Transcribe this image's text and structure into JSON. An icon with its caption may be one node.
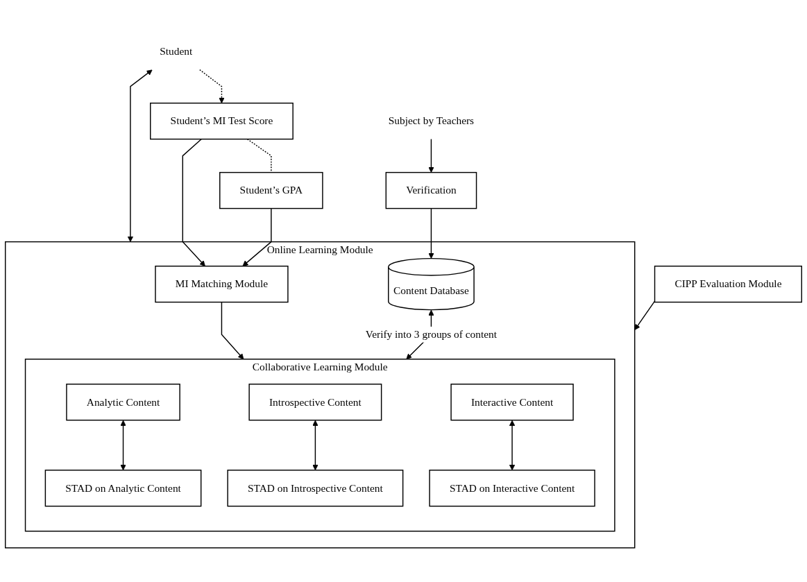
{
  "diagram": {
    "nodes": [
      {
        "text": [
          "Student"
        ]
      },
      {
        "text": [
          "Student’s MI Test Score"
        ]
      },
      {
        "text": [
          "Student’s GPA"
        ]
      },
      {
        "text": [
          "Online Learning Module"
        ]
      },
      {
        "text": [
          "MI Matching Module"
        ],
        "in": 3
      },
      {
        "text": [
          "Content Database"
        ],
        "in": 3
      },
      {
        "text": [
          "Collaborative Learning Module"
        ],
        "in": 3
      },
      {
        "text": [
          "Analytic Content"
        ],
        "in": 6
      },
      {
        "text": [
          "STAD on Analytic Content"
        ],
        "in": 6
      },
      {
        "text": [
          "Introspective Content"
        ],
        "in": 6
      },
      {
        "text": [
          "STAD on Introspective Content"
        ],
        "in": 6
      },
      {
        "text": [
          "Interactive Content"
        ],
        "in": 6
      },
      {
        "text": [
          "STAD on Interactive Content"
        ],
        "in": 6
      },
      {
        "text": [
          "Verification"
        ]
      },
      {
        "text": [
          "Subject by Teachers"
        ]
      },
      {
        "text": [
          "CIPP Evaluation Module"
        ]
      }
    ],
    "edges": [
      {
        "from": 0,
        "to": 1,
        "arrow": "to",
        "style": "dashed"
      },
      {
        "from": 1,
        "to": 2,
        "arrow": "none",
        "style": "dashed"
      },
      {
        "from": 0,
        "to": 3,
        "arrow": "both"
      },
      {
        "from": 1,
        "to": 4,
        "arrow": "to"
      },
      {
        "from": 2,
        "to": 4,
        "arrow": "to"
      },
      {
        "from": 4,
        "to": 6,
        "arrow": "to"
      },
      {
        "from": 7,
        "to": 8,
        "arrow": "both"
      },
      {
        "from": 9,
        "to": 10,
        "arrow": "both"
      },
      {
        "from": 11,
        "to": 12,
        "arrow": "both"
      },
      {
        "from": 14,
        "to": 13,
        "arrow": "to"
      },
      {
        "from": 13,
        "to": 5,
        "arrow": "to"
      },
      {
        "from": 5,
        "to": 6,
        "arrow": "both",
        "label": "Verify into 3 groups of content"
      },
      {
        "from": 15,
        "to": 3,
        "arrow": "to"
      }
    ]
  }
}
